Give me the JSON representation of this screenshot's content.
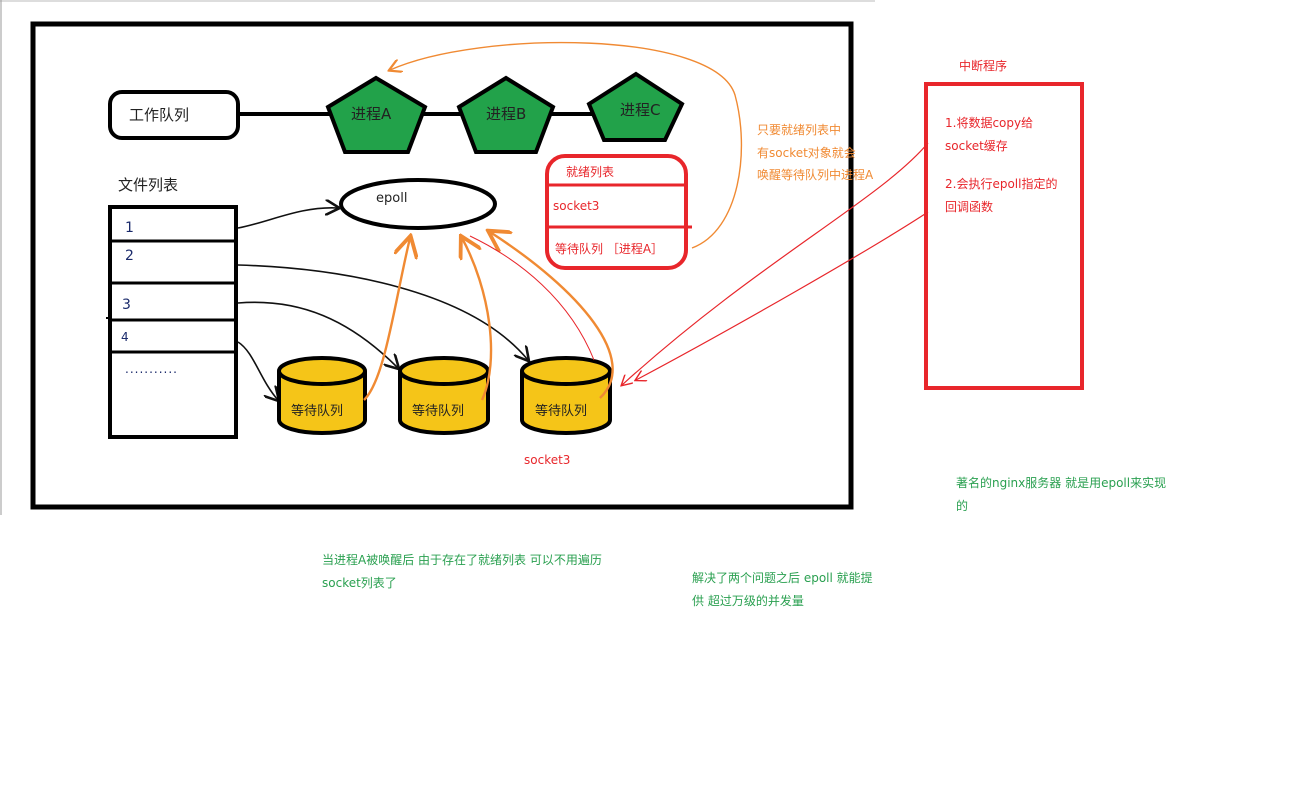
{
  "work_queue": {
    "label": "工作队列",
    "processes": [
      "进程A",
      "进程B",
      "进程C"
    ]
  },
  "file_list": {
    "title": "文件列表",
    "rows": [
      "1",
      "2",
      "3",
      "4",
      "..........."
    ]
  },
  "epoll_label": "epoll",
  "wait_queues": [
    "等待队列",
    "等待队列",
    "等待队列"
  ],
  "socket3_label": "socket3",
  "ready_list": {
    "title": "就绪列表",
    "item": "socket3",
    "wait": "等待队列 ［进程A］"
  },
  "orange_note": [
    "只要就绪列表中",
    "有socket对象就会",
    "唤醒等待队列中进程A"
  ],
  "interrupt": {
    "title": "中断程序",
    "lines": [
      "1.将数据copy给",
      "socket缓存",
      "2.会执行epoll指定的",
      "回调函数"
    ]
  },
  "notes": {
    "nginx": [
      "著名的nginx服务器  就是用epoll来实现",
      "的"
    ],
    "ready_list_benefit": [
      "当进程A被唤醒后 由于存在了就绪列表 可以不用遍历",
      "socket列表了"
    ],
    "concurrency": [
      "解决了两个问题之后 epoll 就能提",
      "供 超过万级的并发量"
    ]
  },
  "colors": {
    "process_green": "#22a24a",
    "queue_yellow": "#f5c518",
    "red": "#e8262b",
    "orange": "#f08a33",
    "note_green": "#2aa050"
  }
}
